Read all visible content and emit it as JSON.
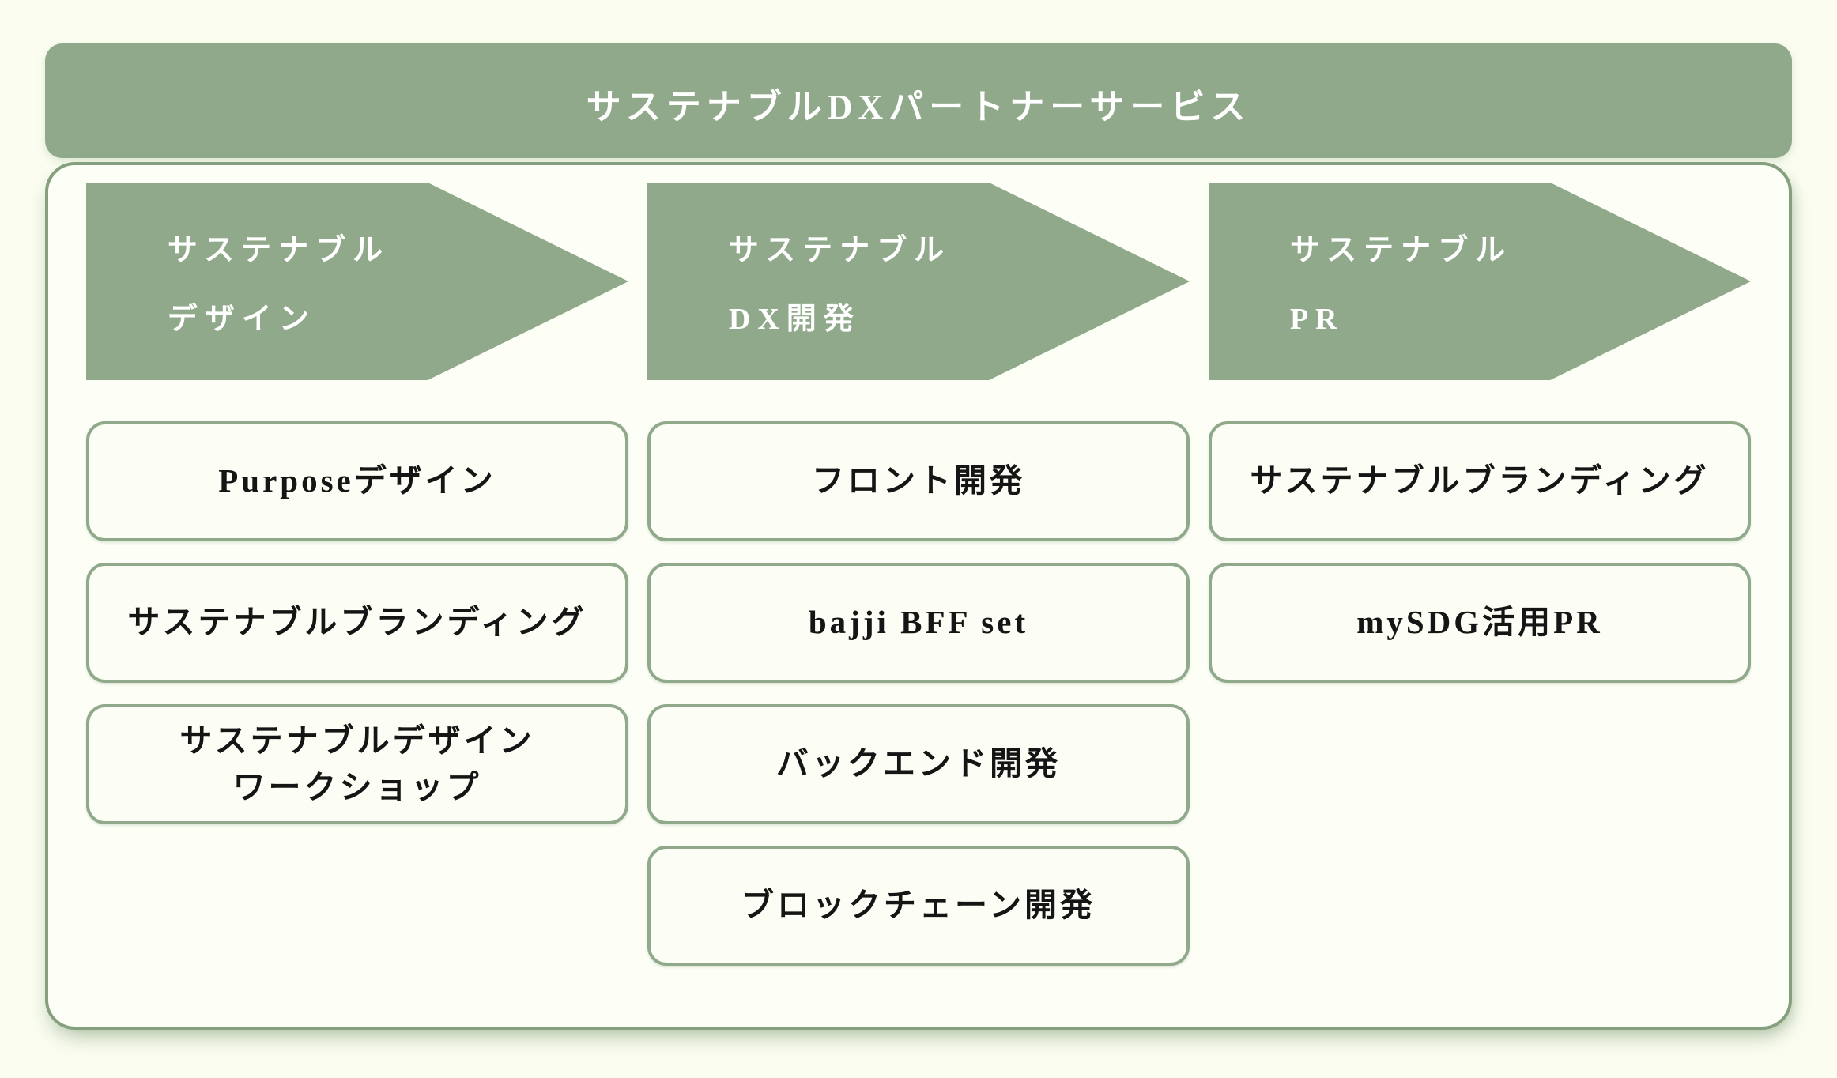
{
  "header": {
    "title": "サステナブルDXパートナーサービス"
  },
  "colors": {
    "green": "#8fa98a",
    "green-border": "#84a07e",
    "page-bg": "#fbfdf0",
    "panel-bg": "#fdfff7",
    "box-bg": "#fcfef5",
    "text-dark": "#151515",
    "text-white": "#ffffff"
  },
  "columns": [
    {
      "arrow": {
        "lines": [
          "サステナブル",
          "デザイン"
        ]
      },
      "items": [
        {
          "lines": [
            "Purposeデザイン"
          ]
        },
        {
          "lines": [
            "サステナブルブランディング"
          ]
        },
        {
          "lines": [
            "サステナブルデザイン",
            "ワークショップ"
          ]
        }
      ]
    },
    {
      "arrow": {
        "lines": [
          "サステナブル",
          "DX開発"
        ]
      },
      "items": [
        {
          "lines": [
            "フロント開発"
          ]
        },
        {
          "lines": [
            "bajji BFF set"
          ]
        },
        {
          "lines": [
            "バックエンド開発"
          ]
        },
        {
          "lines": [
            "ブロックチェーン開発"
          ]
        }
      ]
    },
    {
      "arrow": {
        "lines": [
          "サステナブル",
          "PR"
        ]
      },
      "items": [
        {
          "lines": [
            "サステナブルブランディング"
          ]
        },
        {
          "lines": [
            "mySDG活用PR"
          ]
        }
      ]
    }
  ]
}
